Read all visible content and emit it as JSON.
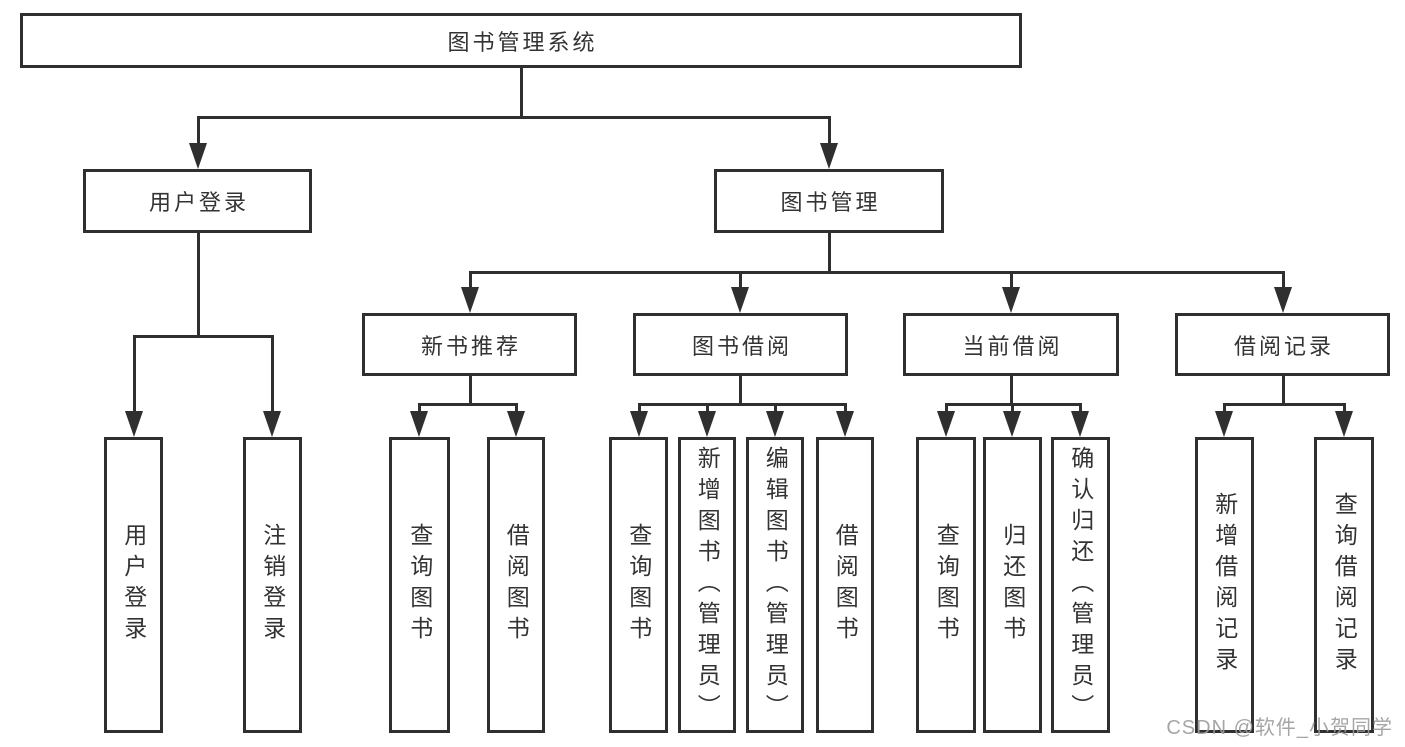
{
  "diagram": {
    "title_node": {
      "label": "图书管理系统"
    },
    "branches": [
      {
        "label": "用户登录",
        "leaves": [
          {
            "label": "用户登录"
          },
          {
            "label": "注销登录"
          }
        ]
      },
      {
        "label": "图书管理",
        "groups": [
          {
            "label": "新书推荐",
            "leaves": [
              {
                "label": "查询图书"
              },
              {
                "label": "借阅图书"
              }
            ]
          },
          {
            "label": "图书借阅",
            "leaves": [
              {
                "label": "查询图书"
              },
              {
                "label": "新增图书（管理员）"
              },
              {
                "label": "编辑图书（管理员）"
              },
              {
                "label": "借阅图书"
              }
            ]
          },
          {
            "label": "当前借阅",
            "leaves": [
              {
                "label": "查询图书"
              },
              {
                "label": "归还图书"
              },
              {
                "label": "确认归还（管理员）"
              }
            ]
          },
          {
            "label": "借阅记录",
            "leaves": [
              {
                "label": "新增借阅记录"
              },
              {
                "label": "查询借阅记录"
              }
            ]
          }
        ]
      }
    ],
    "colors": {
      "line": "#2f2f2f",
      "text": "#333333",
      "background": "#ffffff"
    }
  },
  "watermark": {
    "text": "CSDN @软件_小贺同学"
  }
}
